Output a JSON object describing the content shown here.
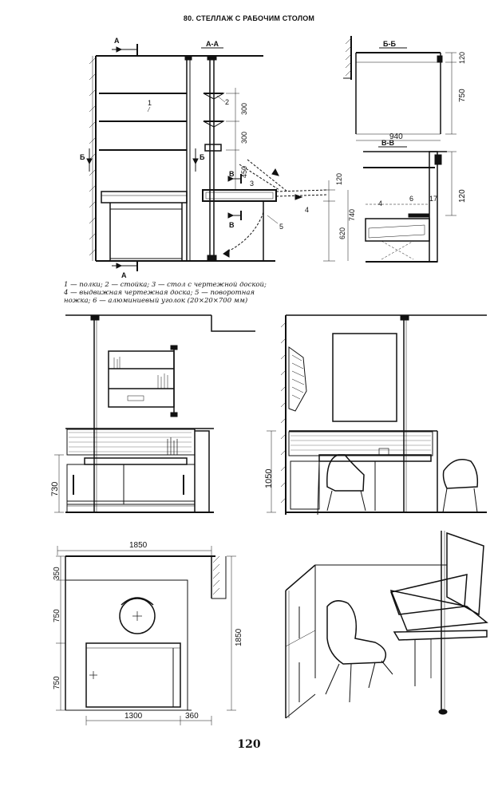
{
  "title": "80. СТЕЛЛАЖ С РАБОЧИМ СТОЛОМ",
  "page_number": "120",
  "caption": [
    "1 — полки; 2 — стойка; 3 — стол с чертежной доской;",
    "4 — выдвижная чертежная доска; 5 — поворотная",
    "ножка; 6 — алюминиевый уголок (20×20×700 мм)"
  ],
  "section_labels": {
    "a_left": "А",
    "a_section": "А-А",
    "b_left": "Б",
    "b_right": "Б",
    "b_section": "Б-Б",
    "v_left": "В",
    "v_right": "В",
    "v_section": "В-В",
    "a_bottom": "А"
  },
  "callouts": [
    "1",
    "2",
    "3",
    "4",
    "5",
    "6",
    "4"
  ],
  "dimensions_top": {
    "d300a": "300",
    "d300b": "300",
    "d450": "450",
    "d120a": "120",
    "d620": "620",
    "d740": "740",
    "d120b": "120",
    "d750": "750",
    "d940": "940",
    "d17": "17",
    "d120c": "120"
  },
  "dimensions_middle": {
    "d730": "730",
    "d1050": "1050"
  },
  "dimensions_plan": {
    "d1850a": "1850",
    "d350": "350",
    "d750a": "750",
    "d750b": "750",
    "d1850b": "1850",
    "d1300": "1300",
    "d360": "360"
  }
}
